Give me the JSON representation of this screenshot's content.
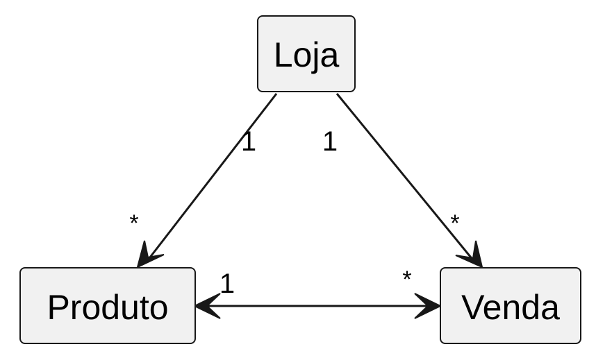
{
  "diagram": {
    "nodes": {
      "loja": {
        "label": "Loja"
      },
      "produto": {
        "label": "Produto"
      },
      "venda": {
        "label": "Venda"
      }
    },
    "edges": {
      "loja_produto": {
        "source_mult": "1",
        "target_mult": "*"
      },
      "loja_venda": {
        "source_mult": "1",
        "target_mult": "*"
      },
      "produto_venda": {
        "source_mult": "1",
        "target_mult": "*"
      }
    }
  },
  "colors": {
    "node_fill": "#f1f1f1",
    "stroke": "#181818"
  }
}
